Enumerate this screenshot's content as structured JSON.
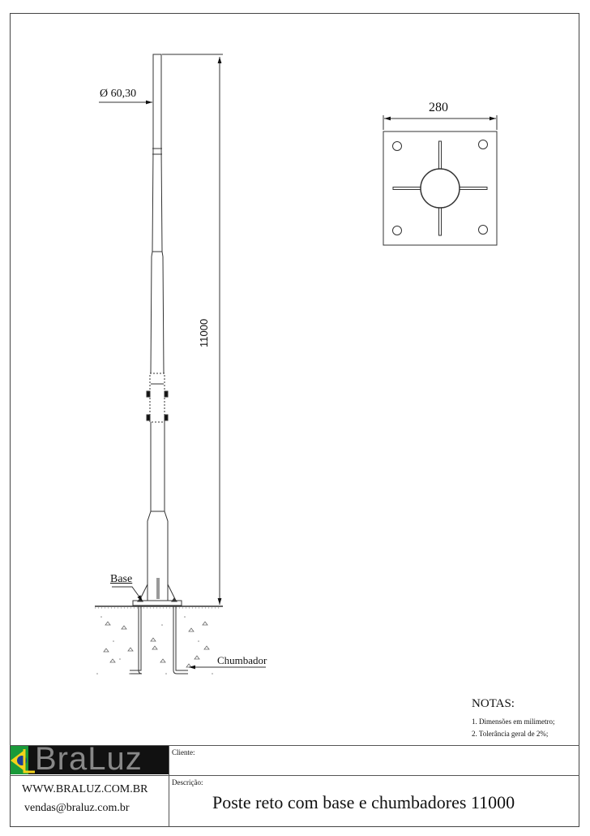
{
  "drawing": {
    "diameter_label": "Ø 60,30",
    "height_dimension": "11000",
    "plate_dimension": "280",
    "base_label": "Base",
    "anchor_label": "Chumbador"
  },
  "notes": {
    "title": "NOTAS:",
    "items": [
      "1. Dimensões em milimetro;",
      "2. Tolerância geral de 2%;"
    ]
  },
  "title_block": {
    "logo_text": "BraLuz",
    "website": "WWW.BRALUZ.COM.BR",
    "email": "vendas@braluz.com.br",
    "client_label": "Cliente:",
    "description_label": "Descrição:",
    "description": "Poste reto com base e chumbadores 11000"
  },
  "colors": {
    "line": "#333333",
    "logo_bg": "#111111",
    "flag_green": "#1a9a3a",
    "flag_yellow": "#f3d21b",
    "flag_blue": "#1c3f94"
  }
}
